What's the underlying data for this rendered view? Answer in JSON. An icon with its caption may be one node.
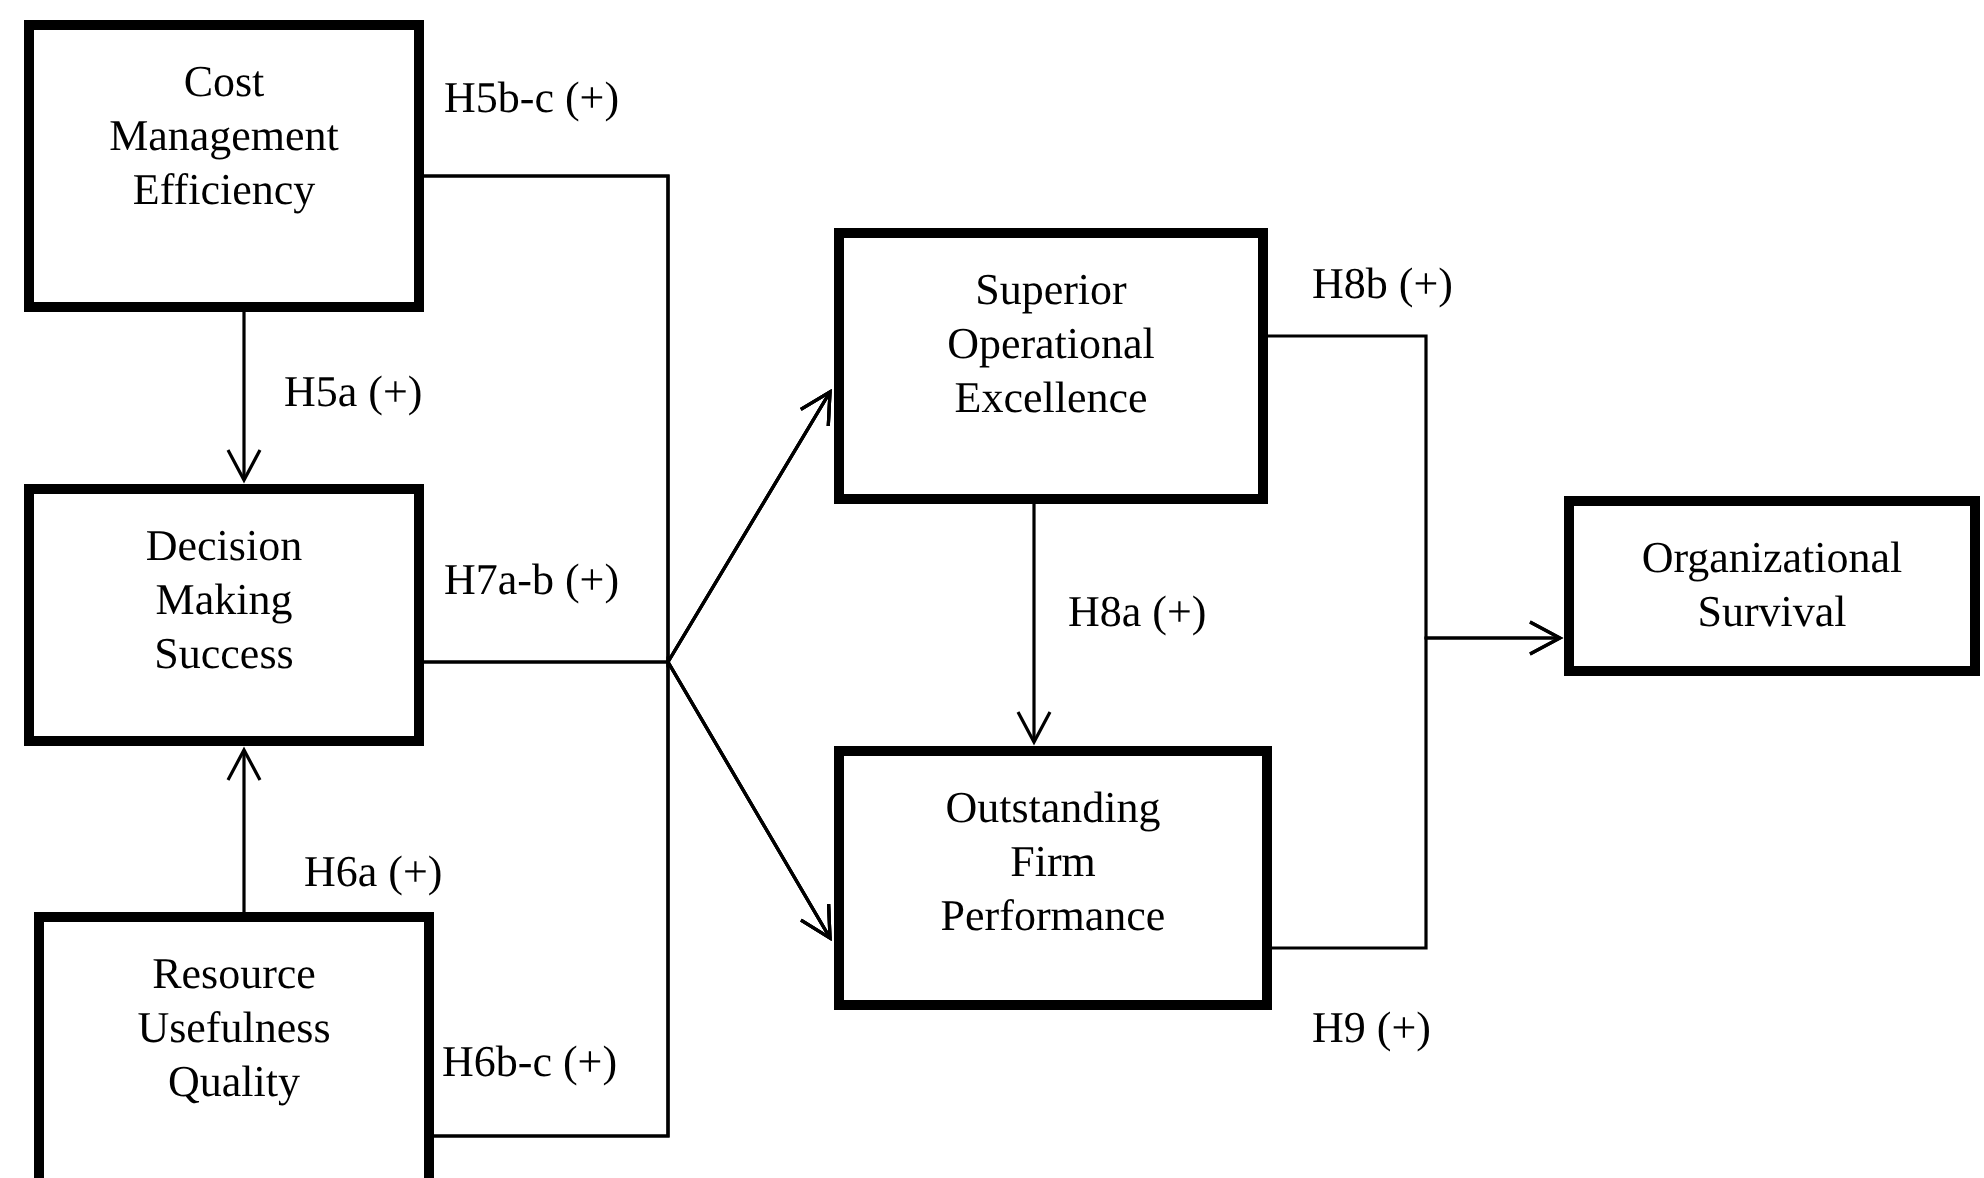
{
  "diagram": {
    "nodes": [
      {
        "text": [
          "Cost Management Efficiency"
        ]
      },
      {
        "text": [
          "Decision Making Success"
        ]
      },
      {
        "text": [
          "Resource Usefulness Quality"
        ]
      },
      {
        "text": [
          "Superior Operational Excellence"
        ]
      },
      {
        "text": [
          "Outstanding Firm Performance"
        ]
      },
      {
        "text": [
          "Organizational Survival"
        ]
      }
    ],
    "edges": [
      {
        "from": 0,
        "to": 1,
        "arrow": "to",
        "label": "H5a (+)"
      },
      {
        "from": 2,
        "to": 1,
        "arrow": "to",
        "label": "H6a (+)"
      },
      {
        "from": 0,
        "to": 3,
        "arrow": "to",
        "label": "H5b-c (+)"
      },
      {
        "from": 0,
        "to": 4,
        "arrow": "to"
      },
      {
        "from": 1,
        "to": 3,
        "arrow": "to",
        "label": "H7a-b (+)"
      },
      {
        "from": 1,
        "to": 4,
        "arrow": "to"
      },
      {
        "from": 2,
        "to": 3,
        "arrow": "to",
        "label": "H6b-c (+)"
      },
      {
        "from": 2,
        "to": 4,
        "arrow": "to"
      },
      {
        "from": 3,
        "to": 4,
        "arrow": "to",
        "label": "H8a (+)"
      },
      {
        "from": 3,
        "to": 5,
        "arrow": "to",
        "label": "H8b (+)"
      },
      {
        "from": 4,
        "to": 5,
        "arrow": "to",
        "label": "H9 (+)"
      }
    ]
  }
}
